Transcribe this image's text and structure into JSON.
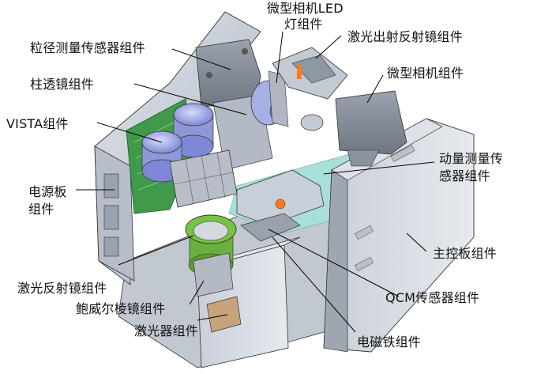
{
  "labels": {
    "led": [
      "微型相机LED",
      "灯组件"
    ],
    "particle": "粒径测量传感器组件",
    "laser_exit_mirror": "激光出射反射镜组件",
    "cyl_lens": "柱透镜组件",
    "camera": "微型相机组件",
    "vista": "VISTA组件",
    "momentum": [
      "动量测量传",
      "感器组件"
    ],
    "power_board": [
      "电源板",
      "组件"
    ],
    "main_board": "主控板组件",
    "laser_mirror": "激光反射镜组件",
    "qcm": "QCM传感器组件",
    "pellin_broca": "鲍威尔棱镜组件",
    "laser": "激光器组件",
    "electromagnet": "电磁铁组件"
  },
  "colors": {
    "housing": "#cdd3dc",
    "housing_dark": "#8f98a6",
    "floor": "#a9dfda",
    "pcb": "#3f9a4a",
    "vista_disk": "#9fa7e6",
    "ring": "#77c444",
    "led_accent": "#ff7a1a",
    "line": "#000000"
  }
}
